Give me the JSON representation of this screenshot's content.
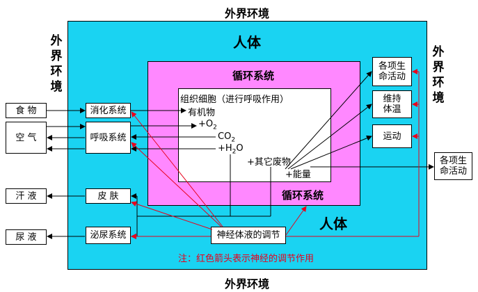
{
  "labels": {
    "outside_top": "外界环境",
    "outside_bottom": "外界环境",
    "outside_left": "外界环境",
    "outside_right": "外界环境",
    "body_top": "人体",
    "body_bottom": "人体",
    "circ_top": "循环系统",
    "circ_bottom": "循环系统",
    "cell_title": "组织细胞（进行呼吸作用）",
    "organic": "有机物",
    "o2_plus": "+O",
    "o2_sub": "2",
    "co2": "CO",
    "co2_sub": "2",
    "h2o_plus": "+H",
    "h2o_sub": "2",
    "h2o_o": "O",
    "other_waste": "+其它废物",
    "energy": "+能量",
    "note": "注：红色箭头表示神经的调节作用"
  },
  "outer_boxes": {
    "food": "食  物",
    "air": "空  气",
    "sweat": "汗  液",
    "urine": "尿  液",
    "life_out": "各项生命活动"
  },
  "organ_boxes": {
    "digestive": "消化系统",
    "respiratory": "呼吸系统",
    "skin": "皮  肤",
    "urinary": "泌尿系统"
  },
  "right_boxes": {
    "life_in": "各项生命活动",
    "temp": "维持体温",
    "motion": "运动"
  },
  "regulation": "神经体液的调节",
  "colors": {
    "body_fill": "#1ad3f2",
    "circulation_fill": "#ff88ff",
    "neural_arrow": "#e8001c",
    "note_text": "#e8001c"
  }
}
